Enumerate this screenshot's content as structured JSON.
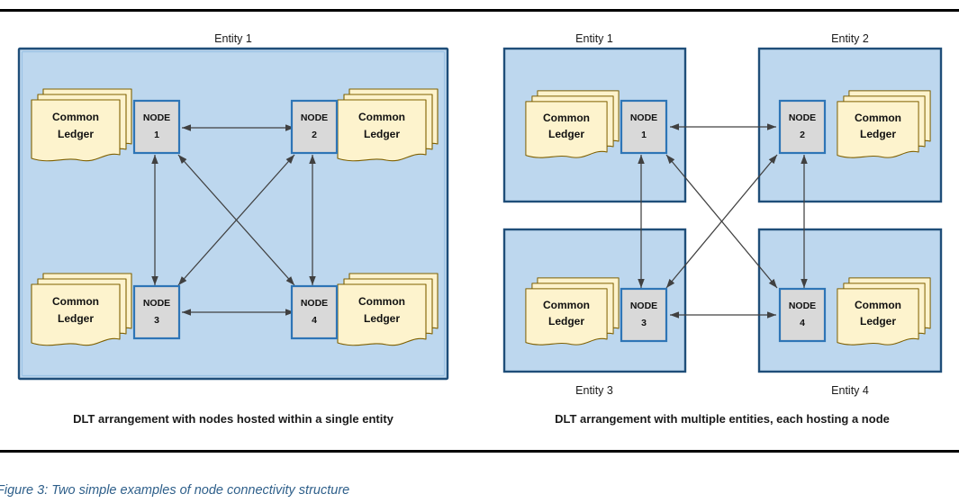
{
  "page": {
    "background_color": "#ffffff",
    "rule_color": "#000000",
    "figure_caption": "Figure 3: Two simple examples of node connectivity structure",
    "caption_color": "#2e5f8a"
  },
  "palette": {
    "entity_fill": "#bdd7ee",
    "entity_border": "#1f4e79",
    "node_fill": "#d9d9d9",
    "node_border": "#2e75b6",
    "ledger_fill": "#fdf3cd",
    "ledger_border": "#7f6000",
    "connector": "#404040"
  },
  "left_panel": {
    "caption": "DLT arrangement with nodes hosted within a single entity",
    "entity_label": "Entity 1",
    "nodes": [
      {
        "line1": "NODE",
        "line2": "1"
      },
      {
        "line1": "NODE",
        "line2": "2"
      },
      {
        "line1": "NODE",
        "line2": "3"
      },
      {
        "line1": "NODE",
        "line2": "4"
      }
    ],
    "ledgers": [
      {
        "line1": "Common",
        "line2": "Ledger"
      },
      {
        "line1": "Common",
        "line2": "Ledger"
      },
      {
        "line1": "Common",
        "line2": "Ledger"
      },
      {
        "line1": "Common",
        "line2": "Ledger"
      }
    ]
  },
  "right_panel": {
    "caption": "DLT arrangement with multiple entities, each hosting a node",
    "entities": [
      {
        "label": "Entity 1",
        "label_position": "above"
      },
      {
        "label": "Entity 2",
        "label_position": "above"
      },
      {
        "label": "Entity 3",
        "label_position": "below"
      },
      {
        "label": "Entity 4",
        "label_position": "below"
      }
    ],
    "nodes": [
      {
        "line1": "NODE",
        "line2": "1"
      },
      {
        "line1": "NODE",
        "line2": "2"
      },
      {
        "line1": "NODE",
        "line2": "3"
      },
      {
        "line1": "NODE",
        "line2": "4"
      }
    ],
    "ledgers": [
      {
        "line1": "Common",
        "line2": "Ledger"
      },
      {
        "line1": "Common",
        "line2": "Ledger"
      },
      {
        "line1": "Common",
        "line2": "Ledger"
      },
      {
        "line1": "Common",
        "line2": "Ledger"
      }
    ]
  },
  "connections": {
    "description": "All node pairs connected with double-headed arrows",
    "pairs": [
      "1-2",
      "1-3",
      "1-4",
      "2-3",
      "2-4",
      "3-4"
    ],
    "arrow_style": "double-headed"
  }
}
